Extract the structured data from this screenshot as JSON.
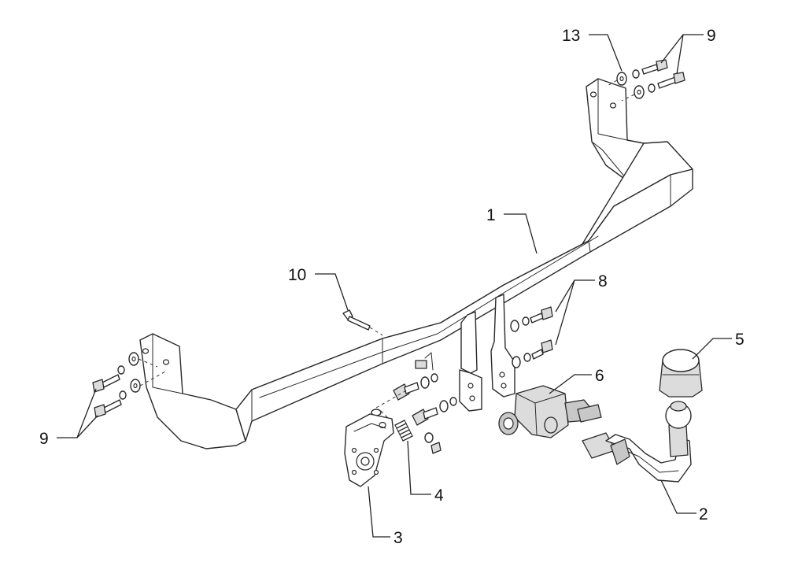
{
  "callouts": [
    {
      "id": "1",
      "label": "1"
    },
    {
      "id": "2",
      "label": "2"
    },
    {
      "id": "3",
      "label": "3"
    },
    {
      "id": "4",
      "label": "4"
    },
    {
      "id": "5",
      "label": "5"
    },
    {
      "id": "6",
      "label": "6"
    },
    {
      "id": "8",
      "label": "8"
    },
    {
      "id": "9-top",
      "label": "9"
    },
    {
      "id": "9-left",
      "label": "9"
    },
    {
      "id": "10",
      "label": "10"
    },
    {
      "id": "13",
      "label": "13"
    }
  ]
}
